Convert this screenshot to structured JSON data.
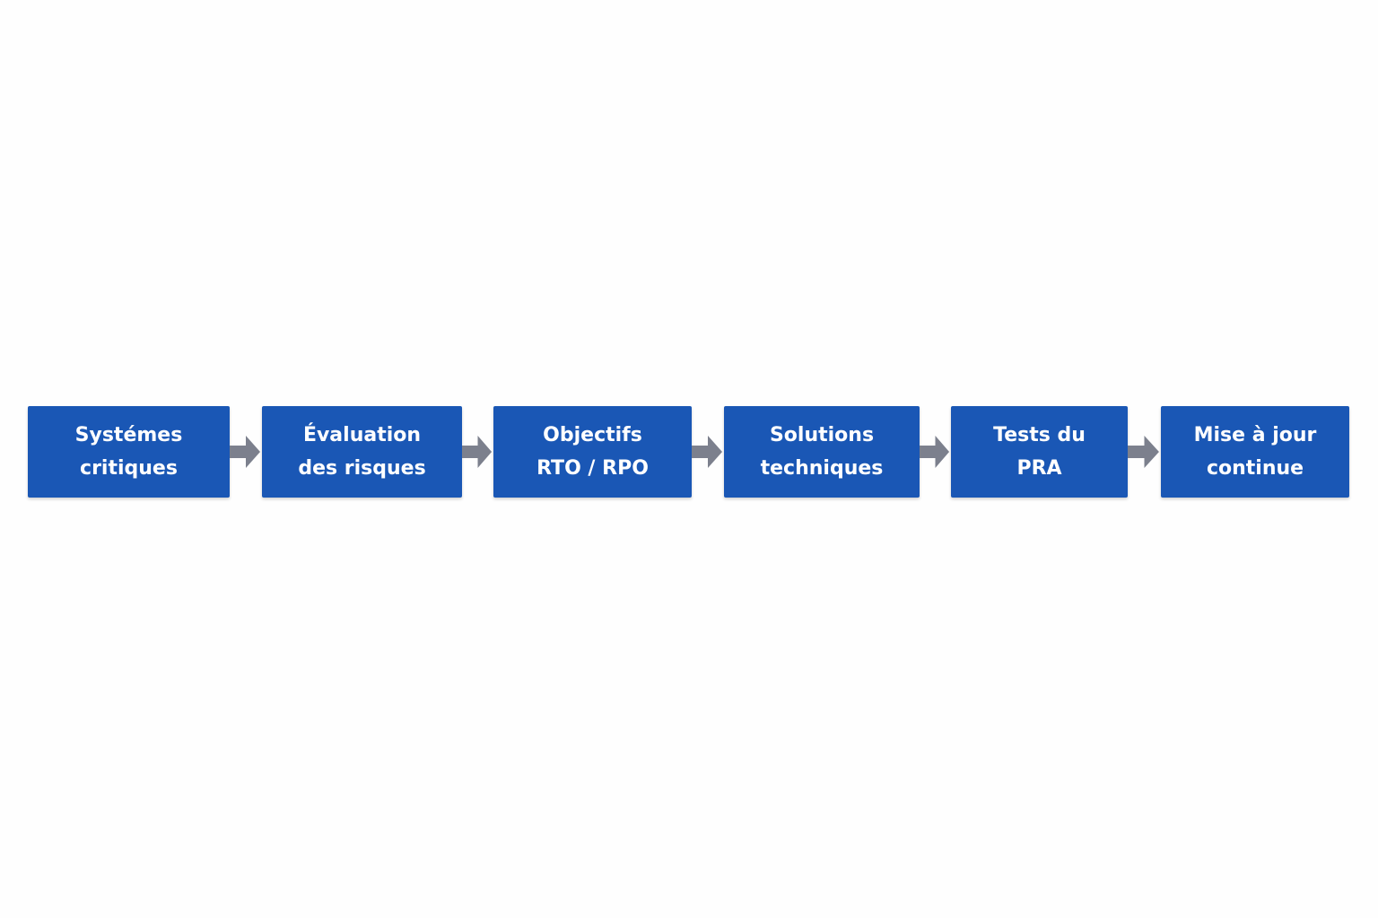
{
  "colors": {
    "box": "#1a57b5",
    "text": "#ffffff",
    "arrow": "#7c808d",
    "background": "#fefefe"
  },
  "steps": [
    {
      "line1": "Systémes",
      "line2": "critiques"
    },
    {
      "line1": "Évaluation",
      "line2": "des risques"
    },
    {
      "line1": "Objectifs",
      "line2": "RTO / RPO"
    },
    {
      "line1": "Solutions",
      "line2": "techniques"
    },
    {
      "line1": "Tests du",
      "line2": "PRA"
    },
    {
      "line1": "Mise à jour",
      "line2": "continue"
    }
  ],
  "connectors": [
    "arrow-right-icon",
    "arrow-right-icon",
    "arrow-right-icon",
    "arrow-right-icon",
    "arrow-right-icon"
  ]
}
